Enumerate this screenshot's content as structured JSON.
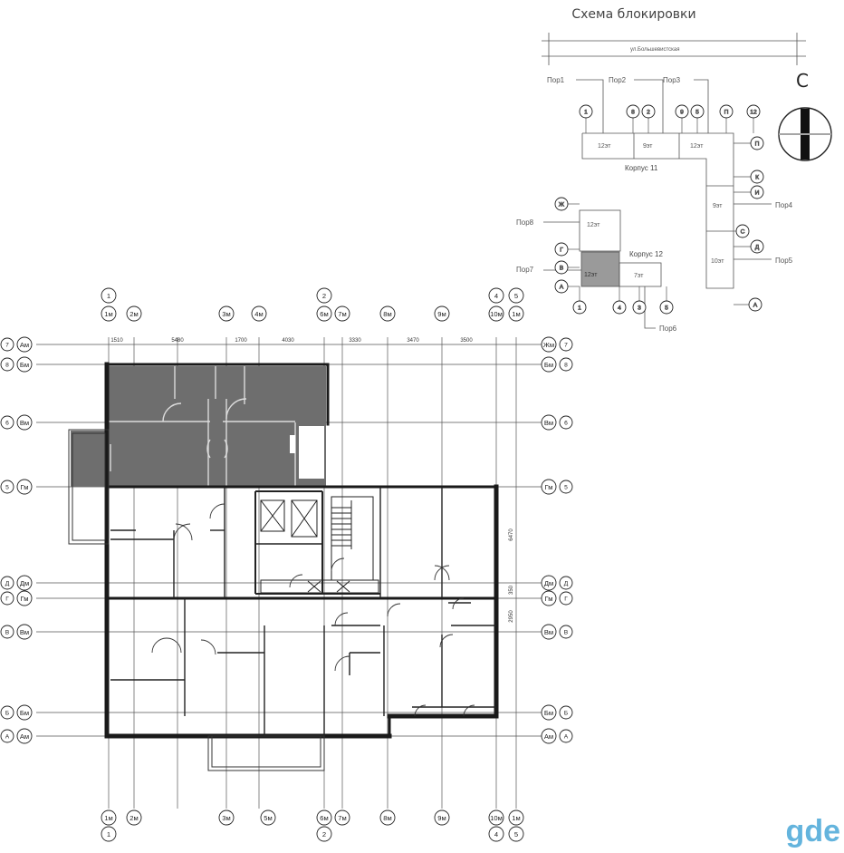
{
  "scheme": {
    "title": "Схема блокировки",
    "street": "ул.Большевистская",
    "compass_label": "С",
    "sections_top": [
      "Пор1",
      "Пор2",
      "Пор3"
    ],
    "sections_right": [
      "Пор4",
      "Пор5"
    ],
    "sections_left": [
      "Пор8",
      "Пор7"
    ],
    "section_bottom": "Пор6",
    "korpus_11": "Корпус 11",
    "korpus_12": "Корпус 12",
    "floors": [
      "12эт",
      "9эт",
      "12эт",
      "9эт",
      "10эт",
      "12эт",
      "12эт",
      "7эт"
    ],
    "axes_top": [
      "1",
      "8",
      "2",
      "9",
      "5",
      "П",
      "12"
    ],
    "axes_right": [
      "П",
      "К",
      "И",
      "С",
      "Д",
      "А"
    ],
    "axes_left": [
      "Ж",
      "Г",
      "В",
      "А"
    ],
    "axes_bottom": [
      "1",
      "4",
      "3",
      "5"
    ]
  },
  "plan": {
    "axes_top": [
      "1",
      "2",
      "4",
      "5"
    ],
    "axes_top_sub": [
      "1м",
      "2м",
      "3м",
      "4м",
      "6м",
      "7м",
      "8м",
      "9м",
      "10м",
      "1м"
    ],
    "axes_bottom": [
      "1",
      "2",
      "4",
      "5"
    ],
    "axes_bottom_sub": [
      "1м",
      "2м",
      "3м",
      "5м",
      "6м",
      "7м",
      "8м",
      "9м",
      "10м",
      "1м"
    ],
    "rows_left": [
      "7",
      "8",
      "6",
      "5",
      "Д",
      "Г",
      "В",
      "Б",
      "А"
    ],
    "rows_left_sub": [
      "Ам",
      "Бм",
      "Вм",
      "Гм",
      "Дм",
      "Гм",
      "Вм",
      "Бм",
      "Ам"
    ],
    "rows_right": [
      "7",
      "8",
      "6",
      "5",
      "Д",
      "Г",
      "В",
      "Б",
      "А"
    ],
    "rows_right_sub": [
      "Жм",
      "Бм",
      "Вм",
      "Гм",
      "Дм",
      "Гм",
      "Вм",
      "Бм",
      "Ам"
    ],
    "dims_top": [
      "1510",
      "5480",
      "1700",
      "4030",
      "3330",
      "3470",
      "3500"
    ],
    "dims_right": [
      "6470",
      "350",
      "2950"
    ]
  },
  "watermark": "gde"
}
